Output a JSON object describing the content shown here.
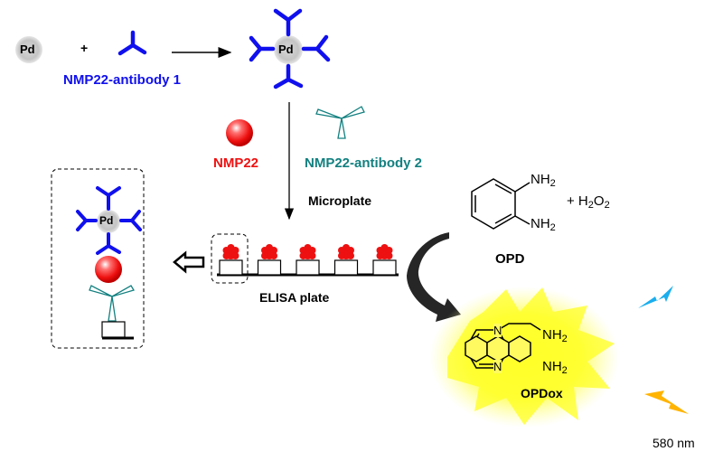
{
  "title": "Pd nanoparticle-based ELISA detection scheme for NMP22",
  "labels": {
    "pd": "Pd",
    "plus": "+",
    "antibody1": "NMP22-antibody 1",
    "nmp22": "NMP22",
    "antibody2": "NMP22-antibody 2",
    "microplate": "Microplate",
    "elisa_plate": "ELISA plate",
    "opd": "OPD",
    "nh2": "NH",
    "sub2": "2",
    "h2o2_plus": "+ H",
    "h2o2_o": "O",
    "n": "N",
    "opdox": "OPDox",
    "wavelength": "580 nm"
  },
  "colors": {
    "antibody1": "#1010ee",
    "antibody2": "#138080",
    "nmp22": "#ee1111",
    "pd_fill": "#c8c8c8",
    "glow": "#ffff30",
    "bolt_blue": "#1aaeee",
    "bolt_orange": "#ffb400",
    "arrow_dark": "#222222"
  },
  "plate": {
    "well_count": 5
  }
}
